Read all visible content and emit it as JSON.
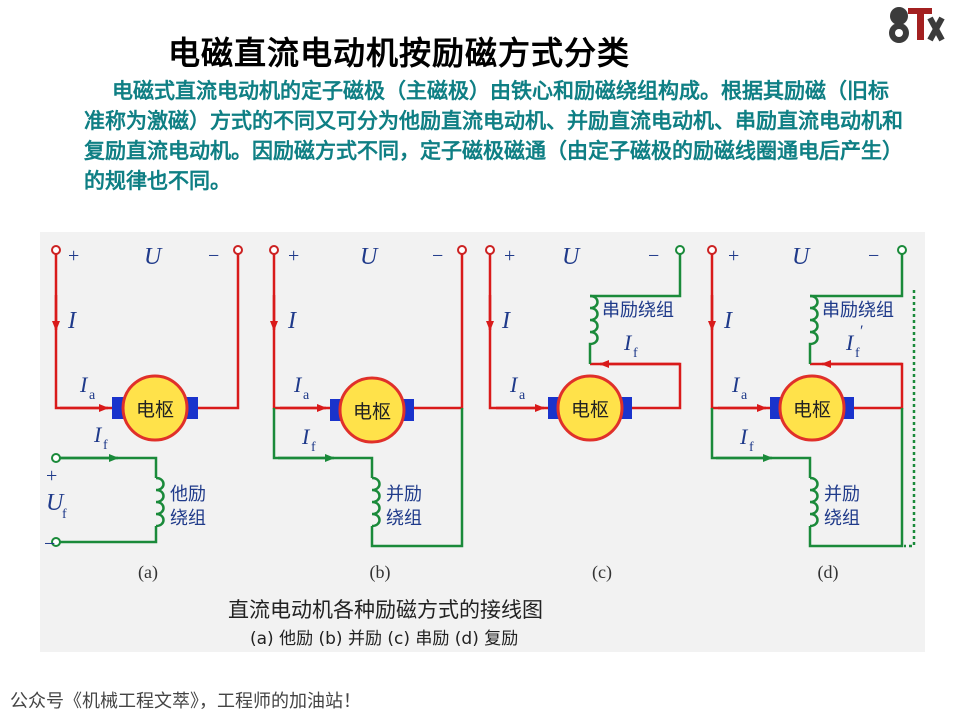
{
  "slide": {
    "title": "电磁直流电动机按励磁方式分类",
    "intro": "电磁式直流电动机的定子磁极（主磁极）由铁心和励磁绕组构成。根据其励磁（旧标准称为激磁）方式的不同又可分为他励直流电动机、并励直流电动机、串励直流电动机和复励直流电动机。因励磁方式不同，定子磁极磁通（由定子磁极的励磁线圈通电后产生）的规律也不同。",
    "footer": "公众号《机械工程文萃》，工程师的加油站！",
    "logo_icon": "ot-logo-icon"
  },
  "diagram": {
    "caption": "直流电动机各种励磁方式的接线图",
    "subcaption": "(a) 他励   (b) 并励   (c) 串励   (d) 复励",
    "labels": {
      "plus": "+",
      "minus": "−",
      "voltage": "U",
      "current": "I",
      "armature_current": "I",
      "armature_sub": "a",
      "field_current": "I",
      "field_sub": "f",
      "field_current_prime": "I",
      "field_prime_mark": "′",
      "field_voltage": "U",
      "armature": "电枢",
      "separate_winding_1": "他励",
      "separate_winding_2": "绕组",
      "shunt_winding_1": "并励",
      "shunt_winding_2": "绕组",
      "series_winding": "串励绕组"
    },
    "panels": [
      "(a)",
      "(b)",
      "(c)",
      "(d)"
    ],
    "colors": {
      "current_wire": "#d91a1a",
      "field_wire": "#1a8a3a",
      "label": "#1f3a8a",
      "armature_fill": "#ffe24a",
      "armature_border": "#e0302a",
      "brush": "#1a33cc",
      "terminal": "#cc2222"
    }
  }
}
